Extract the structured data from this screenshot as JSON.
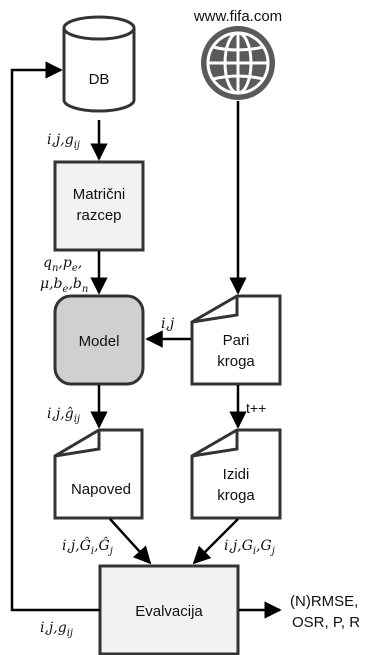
{
  "nodes": {
    "db": {
      "label": "DB"
    },
    "web": {
      "label": "www.fifa.com"
    },
    "matricni": {
      "line1": "Matrični",
      "line2": "razcep"
    },
    "model": {
      "label": "Model"
    },
    "pari": {
      "line1": "Pari",
      "line2": "kroga"
    },
    "napoved": {
      "label": "Napoved"
    },
    "izidi": {
      "line1": "Izidi",
      "line2": "kroga"
    },
    "evalvacija": {
      "label": "Evalvacija"
    }
  },
  "edge_labels": {
    "db_to_matricni": "i,j,g",
    "db_to_matricni_sub": "ij",
    "params_line1": "q",
    "params_line1_b": "n",
    "params_line1_c": ",p",
    "params_line1_d": "e",
    "params_line1_e": ",",
    "params_line2": "μ,b",
    "params_line2_b": "e",
    "params_line2_c": ",b",
    "params_line2_d": "n",
    "pari_to_model": "i,j",
    "model_to_napoved": "i,j,ĝ",
    "model_to_napoved_sub": "ij",
    "pari_to_izidi": "t++",
    "napoved_to_eval": "i,j,Ĝ",
    "napoved_to_eval_sub1": "i",
    "napoved_to_eval_mid": ",Ĝ",
    "napoved_to_eval_sub2": "j",
    "izidi_to_eval": "i,j,G",
    "izidi_to_eval_sub1": "i",
    "izidi_to_eval_mid": ",G",
    "izidi_to_eval_sub2": "j",
    "eval_to_db": "i,j,g",
    "eval_to_db_sub": "ij",
    "output_line1": "(N)RMSE,",
    "output_line2": "OSR, P, R"
  }
}
